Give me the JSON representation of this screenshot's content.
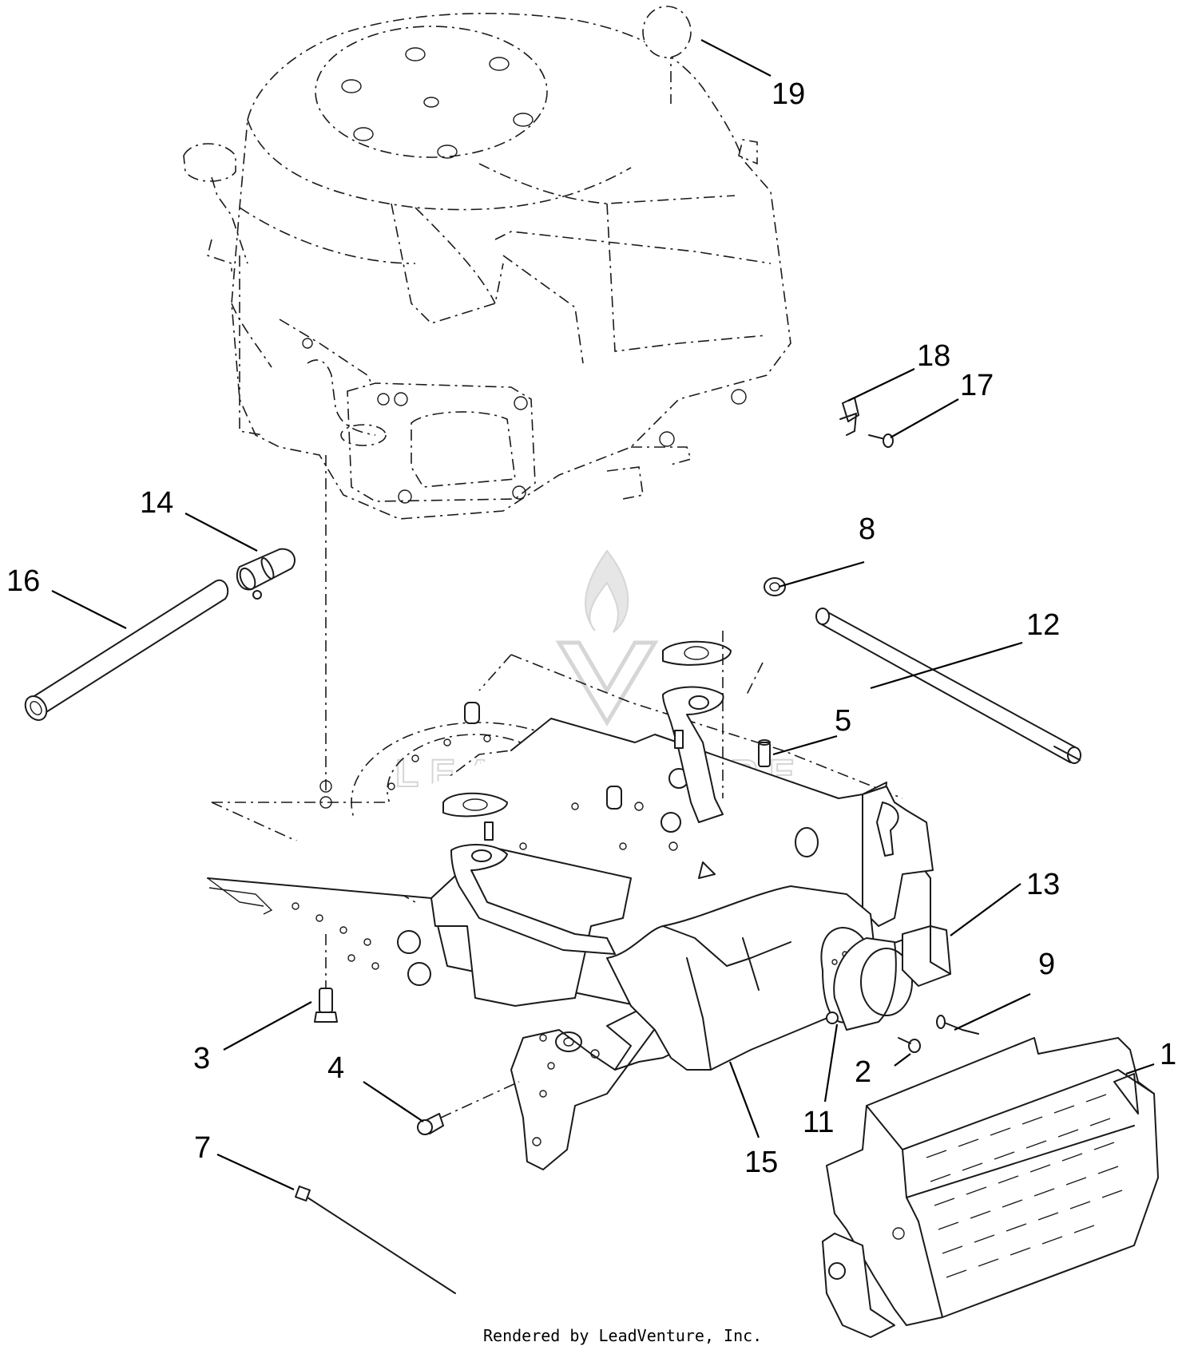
{
  "diagram": {
    "callouts": [
      {
        "id": "1",
        "label": "1"
      },
      {
        "id": "2",
        "label": "2"
      },
      {
        "id": "3",
        "label": "3"
      },
      {
        "id": "4",
        "label": "4"
      },
      {
        "id": "5",
        "label": "5"
      },
      {
        "id": "7",
        "label": "7"
      },
      {
        "id": "8",
        "label": "8"
      },
      {
        "id": "9",
        "label": "9"
      },
      {
        "id": "11",
        "label": "11"
      },
      {
        "id": "12",
        "label": "12"
      },
      {
        "id": "13",
        "label": "13"
      },
      {
        "id": "14",
        "label": "14"
      },
      {
        "id": "15",
        "label": "15"
      },
      {
        "id": "16",
        "label": "16"
      },
      {
        "id": "17",
        "label": "17"
      },
      {
        "id": "18",
        "label": "18"
      },
      {
        "id": "19",
        "label": "19"
      }
    ],
    "watermark": "LEADVENTURE",
    "credit": "Rendered by LeadVenture, Inc."
  }
}
